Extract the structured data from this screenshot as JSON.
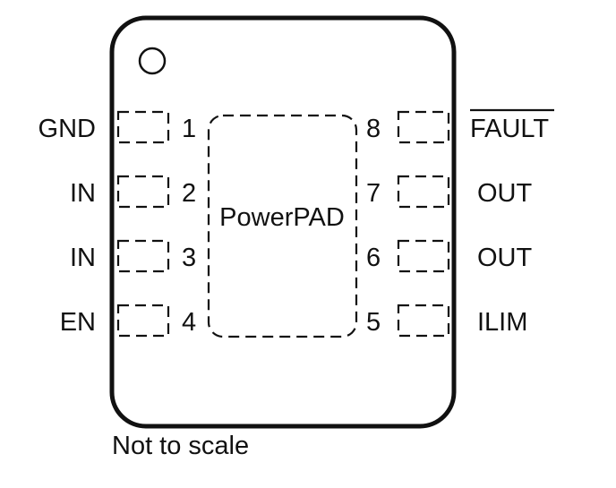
{
  "package": {
    "exposed_pad_label": "PowerPAD",
    "footnote": "Not to scale",
    "left_pins": [
      {
        "number": "1",
        "name": "GND"
      },
      {
        "number": "2",
        "name": "IN"
      },
      {
        "number": "3",
        "name": "IN"
      },
      {
        "number": "4",
        "name": "EN"
      }
    ],
    "right_pins": [
      {
        "number": "8",
        "name": "FAULT",
        "overbar": true
      },
      {
        "number": "7",
        "name": "OUT"
      },
      {
        "number": "6",
        "name": "OUT"
      },
      {
        "number": "5",
        "name": "ILIM"
      }
    ]
  }
}
